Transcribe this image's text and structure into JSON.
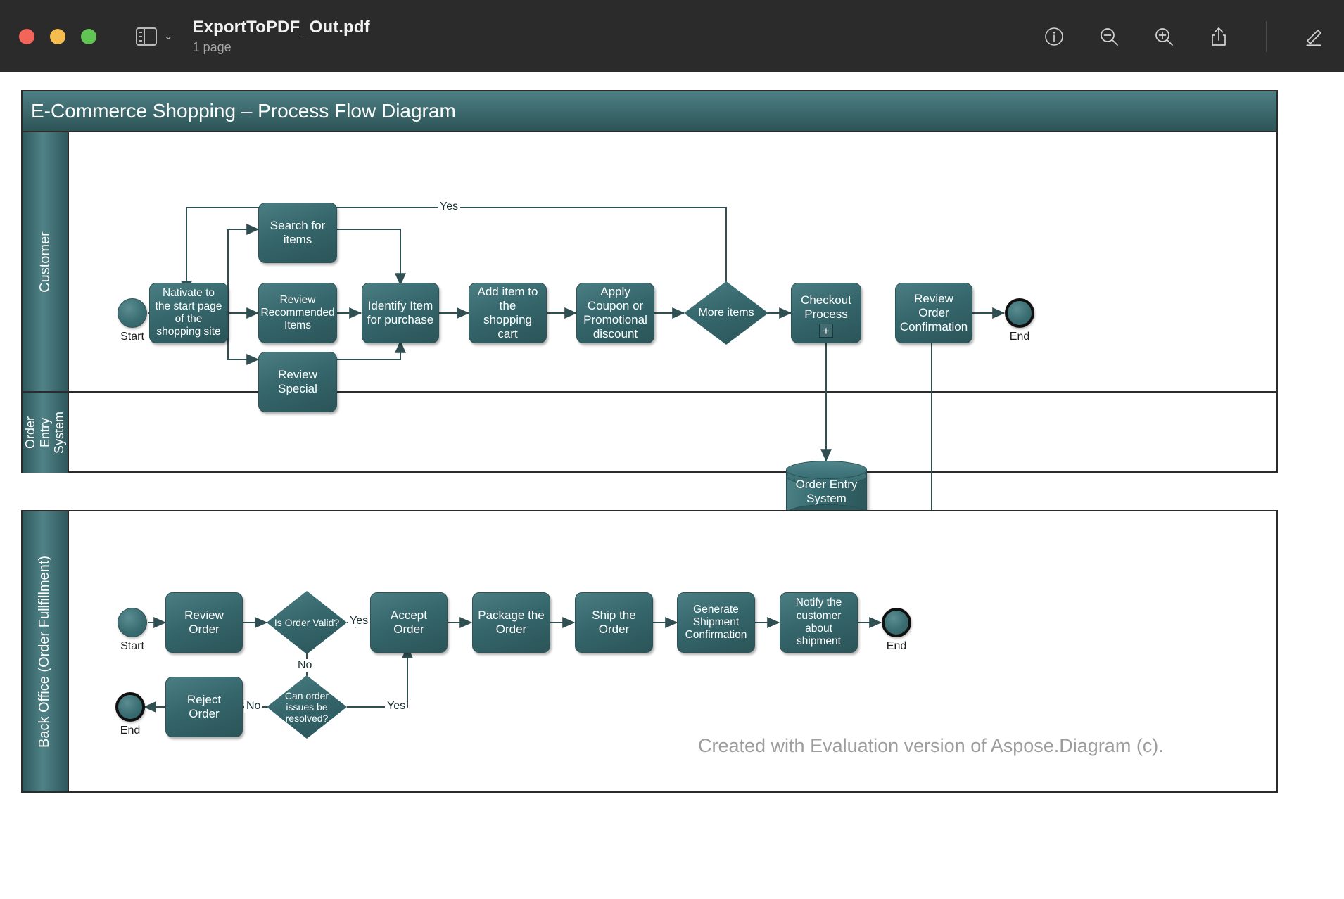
{
  "window": {
    "title": "ExportToPDF_Out.pdf",
    "subtitle": "1 page",
    "icons": {
      "sidebar": "sidebar-toggle-icon",
      "chevron": "⌄",
      "info": "info-icon",
      "zoom_out": "zoom-out-icon",
      "zoom_in": "zoom-in-icon",
      "share": "share-icon",
      "markup": "markup-pencil-icon"
    },
    "traffic_lights": [
      "close",
      "minimize",
      "zoom"
    ]
  },
  "diagram": {
    "title": "E-Commerce Shopping – Process Flow Diagram",
    "watermark": "Created with Evaluation version of Aspose.Diagram (c).",
    "colors": {
      "node_fill": "#35676c",
      "lane_header": "#3c6a6f",
      "title_bar": "#3b6a6e",
      "connector": "#2f4f52",
      "watermark": "#9d9d9d"
    },
    "pools": [
      {
        "name": "pool-ecommerce",
        "lanes": [
          {
            "name": "lane-customer",
            "label": "Customer"
          },
          {
            "name": "lane-order-entry-system",
            "label": "Order Entry System"
          }
        ]
      },
      {
        "name": "pool-back-office",
        "lanes": [
          {
            "name": "lane-back-office",
            "label": "Back Office (Order Fullfillment)"
          }
        ]
      }
    ],
    "customer_lane": {
      "start_label": "Start",
      "end_label": "End",
      "nodes": [
        {
          "id": "navigate",
          "label": "Nativate to the start page of the shopping site"
        },
        {
          "id": "search",
          "label": "Search for items"
        },
        {
          "id": "review-recommended",
          "label": "Review Recommended Items"
        },
        {
          "id": "review-special",
          "label": "Review Special"
        },
        {
          "id": "identify-item",
          "label": "Identify Item for purchase"
        },
        {
          "id": "add-to-cart",
          "label": "Add item to the shopping cart"
        },
        {
          "id": "apply-coupon",
          "label": "Apply Coupon or Promotional discount"
        },
        {
          "id": "more-items",
          "label": "More items"
        },
        {
          "id": "checkout",
          "label": "Checkout Process",
          "marker": "+"
        },
        {
          "id": "review-confirmation",
          "label": "Review Order Confirmation"
        }
      ],
      "edge_labels": [
        {
          "id": "more-items-yes",
          "label": "Yes"
        }
      ]
    },
    "order_entry_lane": {
      "nodes": [
        {
          "id": "order-entry-db",
          "label": "Order Entry System"
        }
      ]
    },
    "back_office_lane": {
      "start_label": "Start",
      "end_label": "End",
      "end_reject_label": "End",
      "nodes": [
        {
          "id": "review-order",
          "label": "Review Order"
        },
        {
          "id": "is-order-valid",
          "label": "Is Order Valid?"
        },
        {
          "id": "accept-order",
          "label": "Accept Order"
        },
        {
          "id": "package-order",
          "label": "Package the Order"
        },
        {
          "id": "ship-order",
          "label": "Ship the Order"
        },
        {
          "id": "generate-shipment-confirmation",
          "label": "Generate Shipment Confirmation"
        },
        {
          "id": "notify-customer",
          "label": "Notify the customer about shipment"
        },
        {
          "id": "can-issues-be-resolved",
          "label": "Can order issues be resolved?"
        },
        {
          "id": "reject-order",
          "label": "Reject Order"
        }
      ],
      "edge_labels": [
        {
          "id": "valid-yes",
          "label": "Yes"
        },
        {
          "id": "valid-no",
          "label": "No"
        },
        {
          "id": "resolved-no",
          "label": "No"
        },
        {
          "id": "resolved-yes",
          "label": "Yes"
        }
      ]
    }
  }
}
